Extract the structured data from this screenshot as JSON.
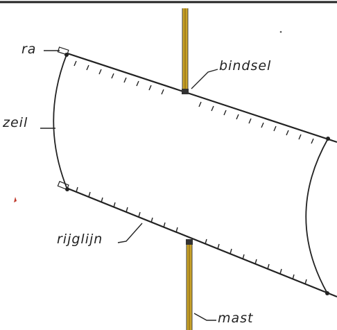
{
  "diagram": {
    "labels": {
      "ra": "ra",
      "bindsel": "bindsel",
      "zeil": "zeil",
      "rijglijn": "rijglijn",
      "mast": "mast"
    },
    "colors": {
      "ink": "#222222",
      "mast_fill": "#c9a227",
      "accent_red": "#c0392b"
    }
  }
}
